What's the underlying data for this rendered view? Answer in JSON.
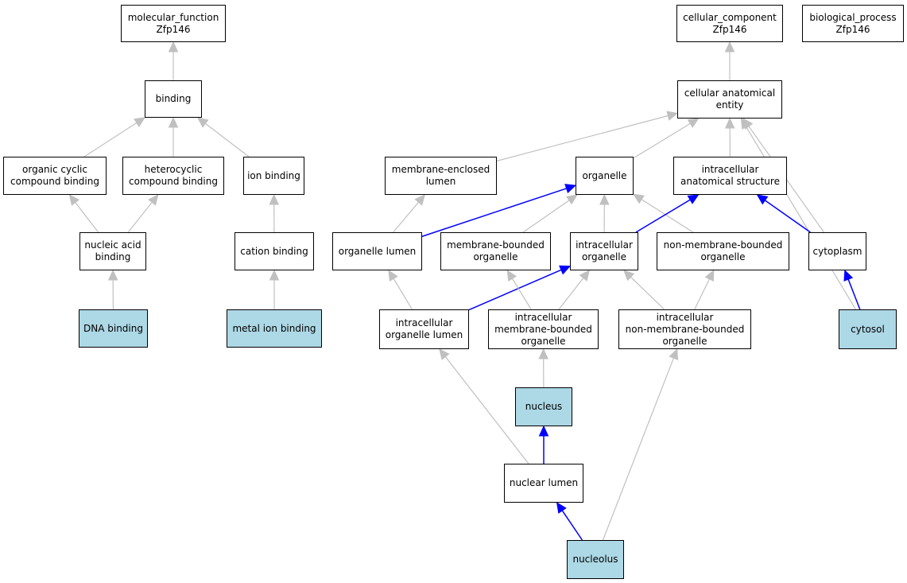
{
  "colors": {
    "highlight": "#add8e6",
    "edge_gray": "#c0c0c0",
    "edge_blue": "#0000ff"
  },
  "nodes": {
    "molecular_function": "molecular_function\nZfp146",
    "binding": "binding",
    "organic_cyclic": "organic cyclic\ncompound binding",
    "heterocyclic": "heterocyclic\ncompound binding",
    "ion_binding": "ion binding",
    "nucleic_acid": "nucleic acid\nbinding",
    "cation_binding": "cation binding",
    "dna_binding": "DNA binding",
    "metal_ion_binding": "metal ion binding",
    "cellular_component": "cellular_component\nZfp146",
    "biological_process": "biological_process\nZfp146",
    "cellular_anatomical": "cellular anatomical\nentity",
    "membrane_enclosed": "membrane-enclosed\nlumen",
    "organelle": "organelle",
    "intracellular_anat": "intracellular\nanatomical structure",
    "organelle_lumen": "organelle lumen",
    "membrane_bounded": "membrane-bounded\norganelle",
    "intracellular_organelle": "intracellular\norganelle",
    "non_membrane_bounded": "non-membrane-bounded\norganelle",
    "cytoplasm": "cytoplasm",
    "intracellular_organelle_lumen": "intracellular\norganelle lumen",
    "intracellular_membrane_bounded": "intracellular\nmembrane-bounded\norganelle",
    "intracellular_non_membrane_bounded": "intracellular\nnon-membrane-bounded\norganelle",
    "cytosol": "cytosol",
    "nucleus": "nucleus",
    "nuclear_lumen": "nuclear lumen",
    "nucleolus": "nucleolus"
  },
  "edges": [
    {
      "from": "binding",
      "to": "molecular_function",
      "color": "gray"
    },
    {
      "from": "organic_cyclic",
      "to": "binding",
      "color": "gray"
    },
    {
      "from": "heterocyclic",
      "to": "binding",
      "color": "gray"
    },
    {
      "from": "ion_binding",
      "to": "binding",
      "color": "gray"
    },
    {
      "from": "nucleic_acid",
      "to": "organic_cyclic",
      "color": "gray"
    },
    {
      "from": "nucleic_acid",
      "to": "heterocyclic",
      "color": "gray"
    },
    {
      "from": "cation_binding",
      "to": "ion_binding",
      "color": "gray"
    },
    {
      "from": "dna_binding",
      "to": "nucleic_acid",
      "color": "gray"
    },
    {
      "from": "metal_ion_binding",
      "to": "cation_binding",
      "color": "gray"
    },
    {
      "from": "cellular_anatomical",
      "to": "cellular_component",
      "color": "gray"
    },
    {
      "from": "membrane_enclosed",
      "to": "cellular_anatomical",
      "color": "gray"
    },
    {
      "from": "organelle",
      "to": "cellular_anatomical",
      "color": "gray"
    },
    {
      "from": "intracellular_anat",
      "to": "cellular_anatomical",
      "color": "gray"
    },
    {
      "from": "cytoplasm",
      "to": "cellular_anatomical",
      "color": "gray"
    },
    {
      "from": "cytosol",
      "to": "cellular_anatomical",
      "color": "gray"
    },
    {
      "from": "organelle_lumen",
      "to": "membrane_enclosed",
      "color": "gray"
    },
    {
      "from": "organelle_lumen",
      "to": "organelle",
      "color": "blue"
    },
    {
      "from": "membrane_bounded",
      "to": "organelle",
      "color": "gray"
    },
    {
      "from": "intracellular_organelle",
      "to": "organelle",
      "color": "gray"
    },
    {
      "from": "non_membrane_bounded",
      "to": "organelle",
      "color": "gray"
    },
    {
      "from": "intracellular_organelle",
      "to": "intracellular_anat",
      "color": "blue"
    },
    {
      "from": "cytoplasm",
      "to": "intracellular_anat",
      "color": "blue"
    },
    {
      "from": "intracellular_organelle_lumen",
      "to": "organelle_lumen",
      "color": "gray"
    },
    {
      "from": "intracellular_organelle_lumen",
      "to": "intracellular_organelle",
      "color": "blue"
    },
    {
      "from": "intracellular_membrane_bounded",
      "to": "membrane_bounded",
      "color": "gray"
    },
    {
      "from": "intracellular_membrane_bounded",
      "to": "intracellular_organelle",
      "color": "gray"
    },
    {
      "from": "intracellular_non_membrane_bounded",
      "to": "intracellular_organelle",
      "color": "gray"
    },
    {
      "from": "intracellular_non_membrane_bounded",
      "to": "non_membrane_bounded",
      "color": "gray"
    },
    {
      "from": "cytosol",
      "to": "cytoplasm",
      "color": "blue"
    },
    {
      "from": "nucleus",
      "to": "intracellular_membrane_bounded",
      "color": "gray"
    },
    {
      "from": "nuclear_lumen",
      "to": "nucleus",
      "color": "blue"
    },
    {
      "from": "nuclear_lumen",
      "to": "intracellular_organelle_lumen",
      "color": "gray"
    },
    {
      "from": "nucleolus",
      "to": "nuclear_lumen",
      "color": "blue"
    },
    {
      "from": "nucleolus",
      "to": "intracellular_non_membrane_bounded",
      "color": "gray"
    }
  ]
}
